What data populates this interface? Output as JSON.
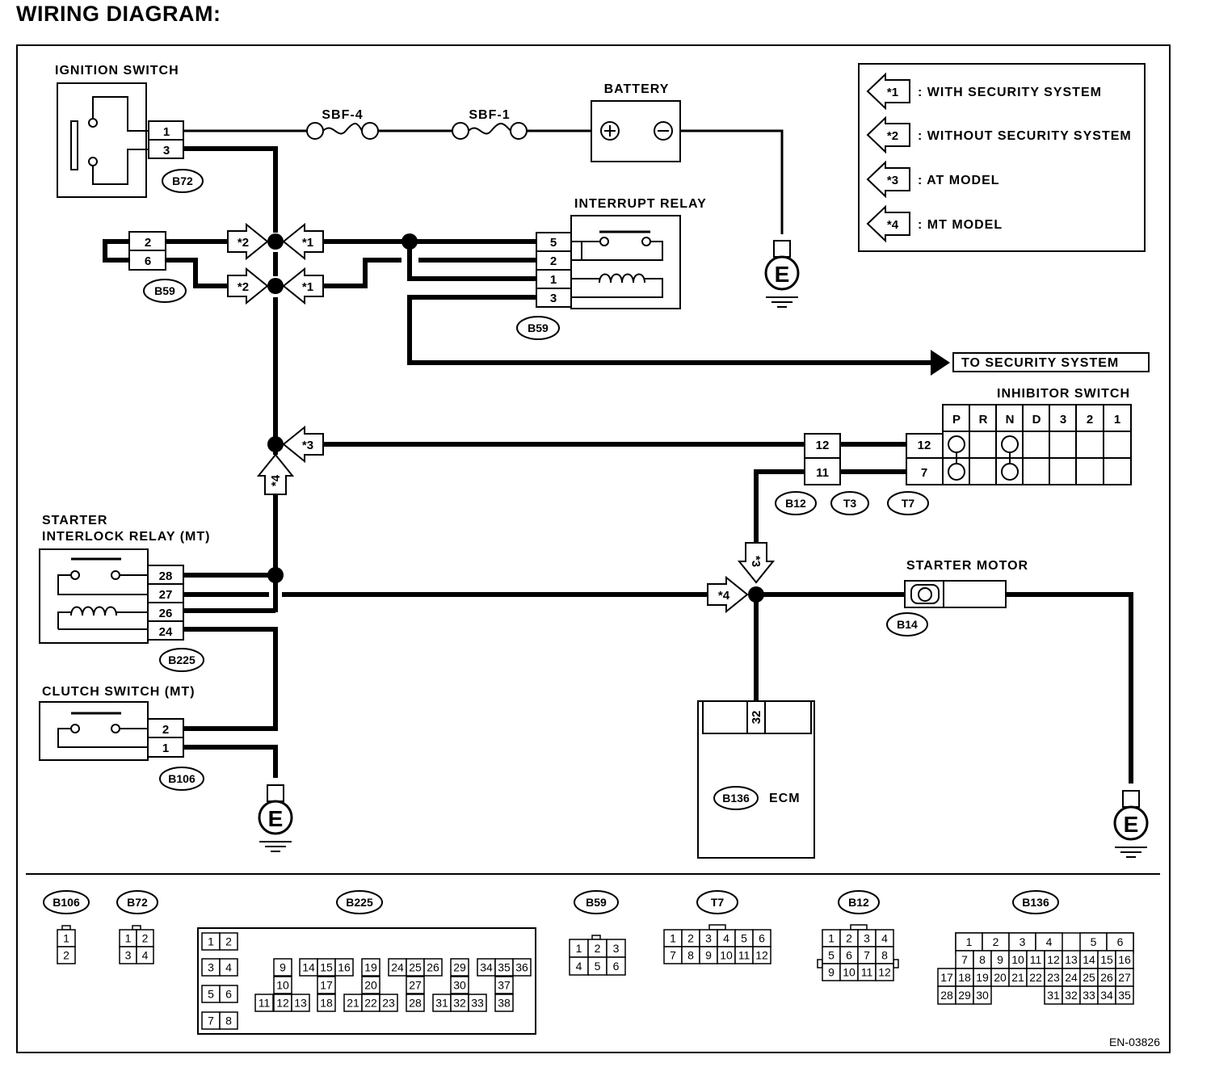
{
  "title": "WIRING DIAGRAM:",
  "figure_code": "EN-03826",
  "components": {
    "ignition_switch": "IGNITION SWITCH",
    "battery": "BATTERY",
    "fuse_sbf4": "SBF-4",
    "fuse_sbf1": "SBF-1",
    "interrupt_relay": "INTERRUPT RELAY",
    "to_security": "TO SECURITY SYSTEM",
    "inhibitor_switch": "INHIBITOR SWITCH",
    "starter_interlock_1": "STARTER",
    "starter_interlock_2": "INTERLOCK  RELAY (MT)",
    "starter_motor": "STARTER MOTOR",
    "clutch_switch": "CLUTCH SWITCH (MT)",
    "ecm": "ECM",
    "ground": "E"
  },
  "legend": [
    {
      "mark": "*1",
      "text": ":  WITH SECURITY SYSTEM"
    },
    {
      "mark": "*2",
      "text": ": WITHOUT SECURITY SYSTEM"
    },
    {
      "mark": "*3",
      "text": ": AT MODEL"
    },
    {
      "mark": "*4",
      "text": ": MT MODEL"
    }
  ],
  "marks": {
    "m1": "*1",
    "m2": "*2",
    "m3": "*3",
    "m4": "*4"
  },
  "connectors": {
    "b72": "B72",
    "b59": "B59",
    "b225": "B225",
    "b106": "B106",
    "b12": "B12",
    "t3": "T3",
    "t7": "T7",
    "b14": "B14",
    "b136": "B136"
  },
  "pins": {
    "ign": [
      "1",
      "3"
    ],
    "b59_left": [
      "2",
      "6"
    ],
    "relay": [
      "5",
      "2",
      "1",
      "3"
    ],
    "b12": [
      "12",
      "11"
    ],
    "t7": [
      "12",
      "7"
    ],
    "sir": [
      "28",
      "27",
      "26",
      "24"
    ],
    "clutch": [
      "2",
      "1"
    ],
    "ecm": "32"
  },
  "inhibitor_positions": [
    "P",
    "R",
    "N",
    "D",
    "3",
    "2",
    "1"
  ],
  "connector_faces": {
    "b106": {
      "label": "B106",
      "rows": [
        [
          "1"
        ],
        [
          "2"
        ]
      ]
    },
    "b72": {
      "label": "B72",
      "rows": [
        [
          "1",
          "2"
        ],
        [
          "3",
          "4"
        ]
      ]
    },
    "b225": {
      "label": "B225",
      "cells": [
        "1",
        "2",
        "3",
        "4",
        "5",
        "6",
        "7",
        "8",
        "9",
        "10",
        "11",
        "12",
        "13",
        "14",
        "15",
        "16",
        "17",
        "18",
        "19",
        "20",
        "21",
        "22",
        "23",
        "24",
        "25",
        "26",
        "27",
        "28",
        "29",
        "30",
        "31",
        "32",
        "33",
        "34",
        "35",
        "36",
        "37",
        "38"
      ]
    },
    "b59": {
      "label": "B59",
      "rows": [
        [
          "1",
          "2",
          "3"
        ],
        [
          "4",
          "5",
          "6"
        ]
      ]
    },
    "t7": {
      "label": "T7",
      "rows": [
        [
          "1",
          "2",
          "3",
          "4",
          "5",
          "6"
        ],
        [
          "7",
          "8",
          "9",
          "10",
          "11",
          "12"
        ]
      ]
    },
    "b12": {
      "label": "B12",
      "rows": [
        [
          "1",
          "2",
          "3",
          "4"
        ],
        [
          "5",
          "6",
          "7",
          "8"
        ],
        [
          "9",
          "10",
          "11",
          "12"
        ]
      ]
    },
    "b136": {
      "label": "B136",
      "rows": [
        [
          "1",
          "2",
          "3",
          "4",
          "",
          "5",
          "6"
        ],
        [
          "7",
          "8",
          "9",
          "10",
          "11",
          "12",
          "13",
          "14",
          "15",
          "16"
        ],
        [
          "17",
          "18",
          "19",
          "20",
          "21",
          "22",
          "23",
          "24",
          "25",
          "26",
          "27"
        ],
        [
          "28",
          "29",
          "30",
          "31",
          "32",
          "33",
          "34",
          "35"
        ]
      ]
    }
  }
}
